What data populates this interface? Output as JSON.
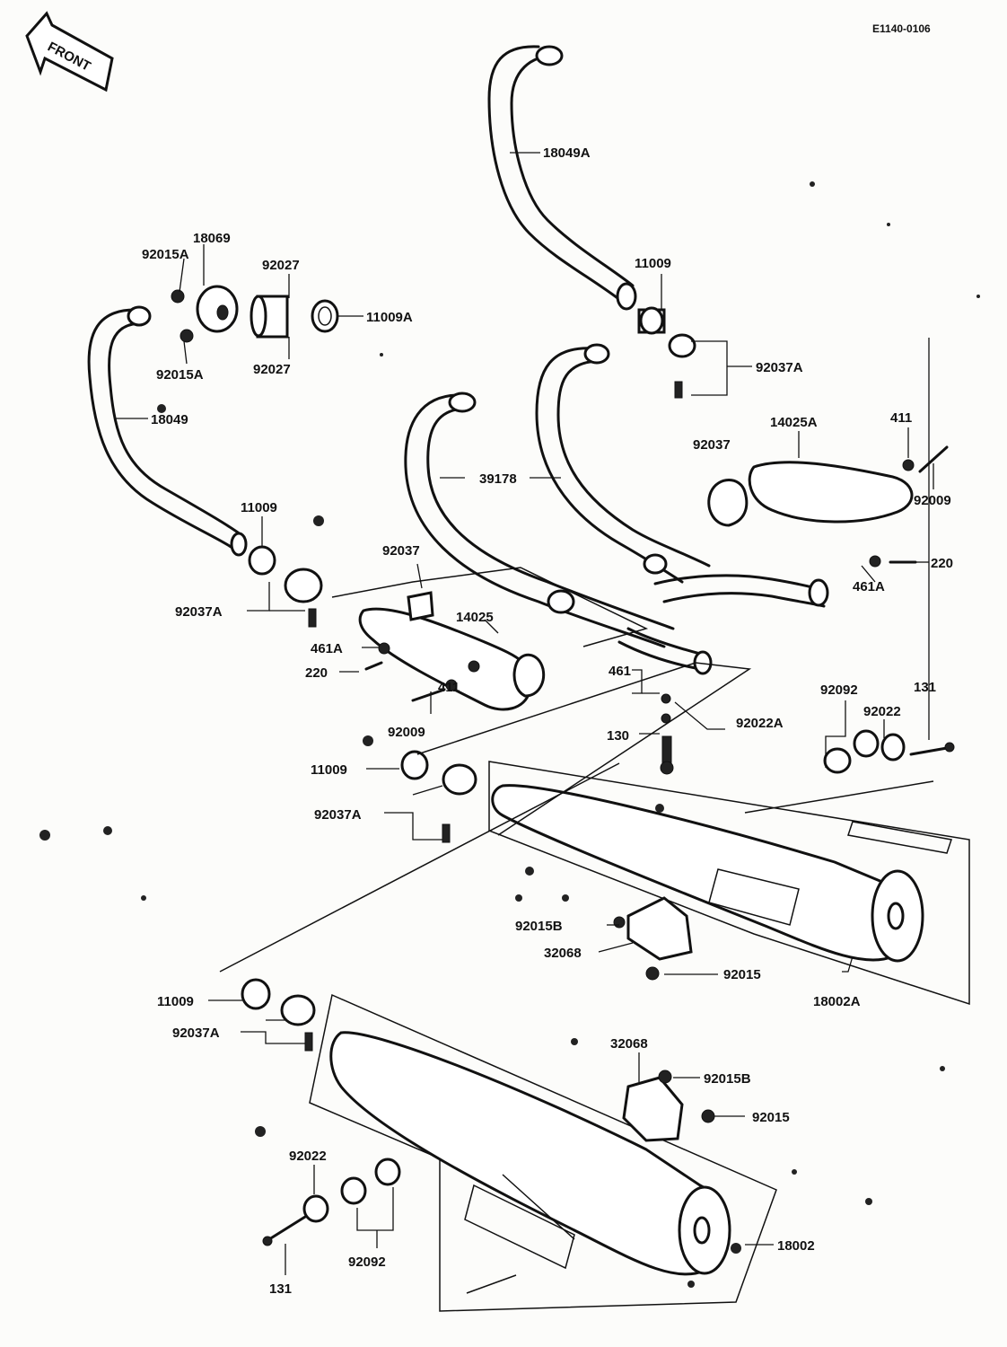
{
  "diagram": {
    "drawing_code": "E1140-0106",
    "front_indicator": "FRONT",
    "callouts": {
      "c18049A": "18049A",
      "c18069": "18069",
      "c92015A_top": "92015A",
      "c92015A_bottom": "92015A",
      "c92027_top": "92027",
      "c92027_bottom": "92027",
      "c11009A": "11009A",
      "c18049": "18049",
      "c11009_upper_right": "11009",
      "c92037A_upper_right": "92037A",
      "c14025A": "14025A",
      "c411_right": "411",
      "c92037_right": "92037",
      "c92009_right": "92009",
      "c220_right": "220",
      "c461A_right": "461A",
      "c39178": "39178",
      "c11009_left": "11009",
      "c92037_left": "92037",
      "c14025": "14025",
      "c92037A_left": "92037A",
      "c461A_left": "461A",
      "c220_left": "220",
      "c411_left": "411",
      "c92009_left": "92009",
      "c461": "461",
      "c92022A": "92022A",
      "c130": "130",
      "c92092_right": "92092",
      "c131_right": "131",
      "c92022_right": "92022",
      "c11009_mid": "11009",
      "c92037A_mid": "92037A",
      "c92015B_mid": "92015B",
      "c32068": "32068",
      "c92015_mid": "92015",
      "c18002A": "18002A",
      "c11009_bottom": "11009",
      "c92037A_bottom": "92037A",
      "c32068_bottom": "32068",
      "c92015B_bottom": "92015B",
      "c92015_bottom": "92015",
      "c92022_bottom": "92022",
      "c18002": "18002",
      "c131_bottom": "131",
      "c92092_bottom": "92092"
    }
  }
}
